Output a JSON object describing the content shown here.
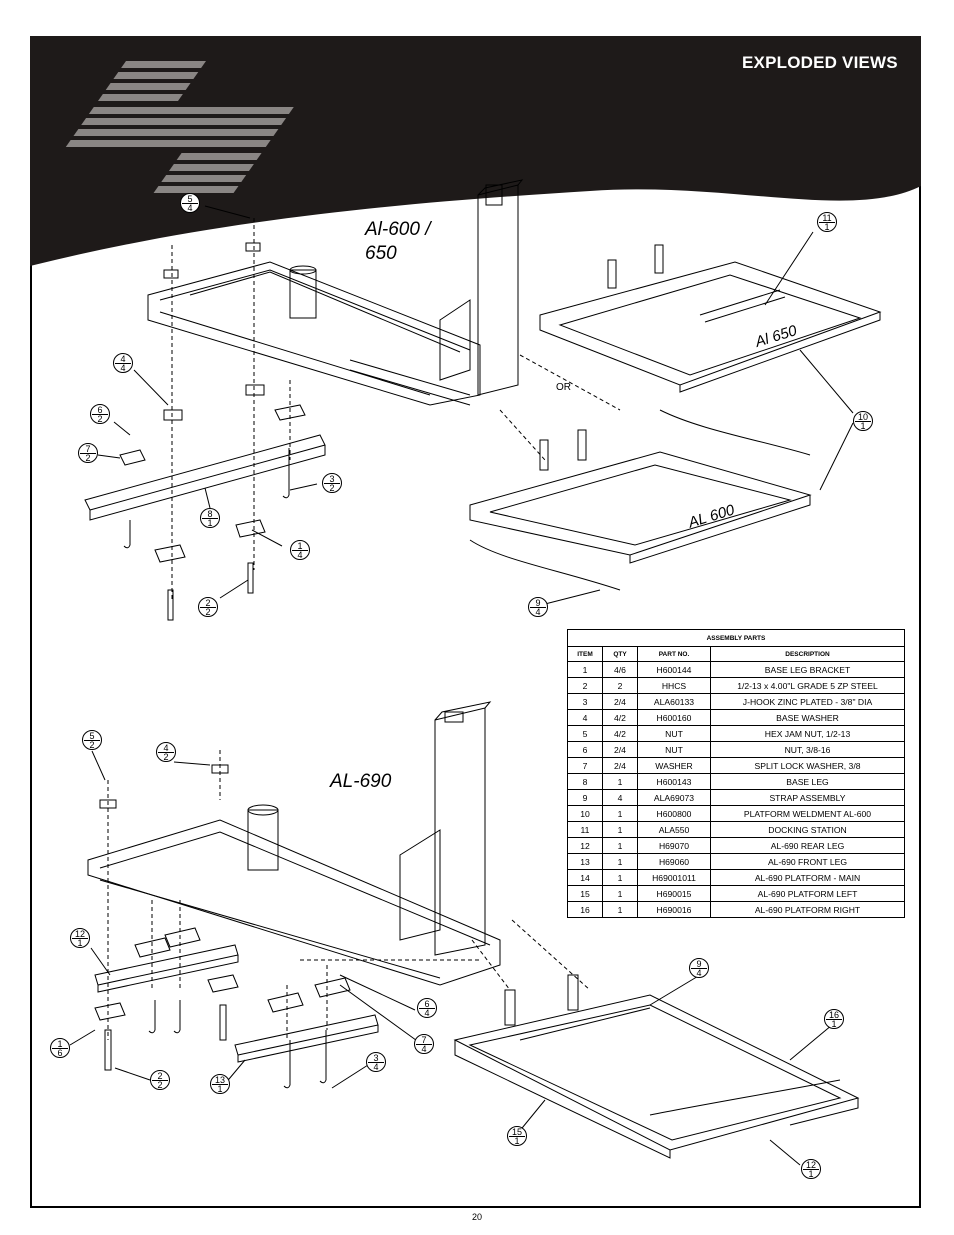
{
  "header": {
    "title": "EXPLODED VIEWS"
  },
  "models": {
    "top": "Al-600 /\n650",
    "bottom": "AL-690",
    "platform_650": "Al 650",
    "platform_600": "AL 600"
  },
  "or_label": "OR",
  "page_number": "20",
  "parts_table": {
    "caption": "ASSEMBLY PARTS",
    "headers": [
      "ITEM",
      "QTY",
      "PART NO.",
      "DESCRIPTION"
    ],
    "rows": [
      [
        "1",
        "4/6",
        "H600144",
        "BASE LEG BRACKET"
      ],
      [
        "2",
        "2",
        "HHCS",
        "1/2-13 x 4.00\"L GRADE 5 ZP STEEL"
      ],
      [
        "3",
        "2/4",
        "ALA60133",
        "J-HOOK ZINC PLATED - 3/8\" DIA"
      ],
      [
        "4",
        "4/2",
        "H600160",
        "BASE WASHER"
      ],
      [
        "5",
        "4/2",
        "NUT",
        "HEX JAM NUT, 1/2-13"
      ],
      [
        "6",
        "2/4",
        "NUT",
        "NUT, 3/8-16"
      ],
      [
        "7",
        "2/4",
        "WASHER",
        "SPLIT LOCK WASHER, 3/8"
      ],
      [
        "8",
        "1",
        "H600143",
        "BASE LEG"
      ],
      [
        "9",
        "4",
        "ALA69073",
        "STRAP ASSEMBLY"
      ],
      [
        "10",
        "1",
        "H600800",
        "PLATFORM WELDMENT AL-600"
      ],
      [
        "11",
        "1",
        "ALA550",
        "DOCKING STATION"
      ],
      [
        "12",
        "1",
        "H69070",
        "AL-690 REAR LEG"
      ],
      [
        "13",
        "1",
        "H69060",
        "AL-690 FRONT LEG"
      ],
      [
        "14",
        "1",
        "H69001011",
        "AL-690 PLATFORM - MAIN"
      ],
      [
        "15",
        "1",
        "H690015",
        "AL-690 PLATFORM LEFT"
      ],
      [
        "16",
        "1",
        "H690016",
        "AL-690 PLATFORM RIGHT"
      ]
    ]
  },
  "callouts_top": [
    {
      "item": "5",
      "qty": "4"
    },
    {
      "item": "4",
      "qty": "4"
    },
    {
      "item": "6",
      "qty": "2"
    },
    {
      "item": "7",
      "qty": "2"
    },
    {
      "item": "3",
      "qty": "2"
    },
    {
      "item": "8",
      "qty": "1"
    },
    {
      "item": "1",
      "qty": "4"
    },
    {
      "item": "2",
      "qty": "2"
    },
    {
      "item": "11",
      "qty": "1"
    },
    {
      "item": "10",
      "qty": "1"
    },
    {
      "item": "9",
      "qty": "4"
    }
  ],
  "callouts_bottom": [
    {
      "item": "5",
      "qty": "2"
    },
    {
      "item": "4",
      "qty": "2"
    },
    {
      "item": "12",
      "qty": "1"
    },
    {
      "item": "1",
      "qty": "6"
    },
    {
      "item": "2",
      "qty": "2"
    },
    {
      "item": "13",
      "qty": "1"
    },
    {
      "item": "3",
      "qty": "4"
    },
    {
      "item": "6",
      "qty": "4"
    },
    {
      "item": "7",
      "qty": "4"
    },
    {
      "item": "9",
      "qty": "4"
    },
    {
      "item": "16",
      "qty": "1"
    },
    {
      "item": "15",
      "qty": "1"
    },
    {
      "item": "12",
      "qty": "1"
    }
  ]
}
